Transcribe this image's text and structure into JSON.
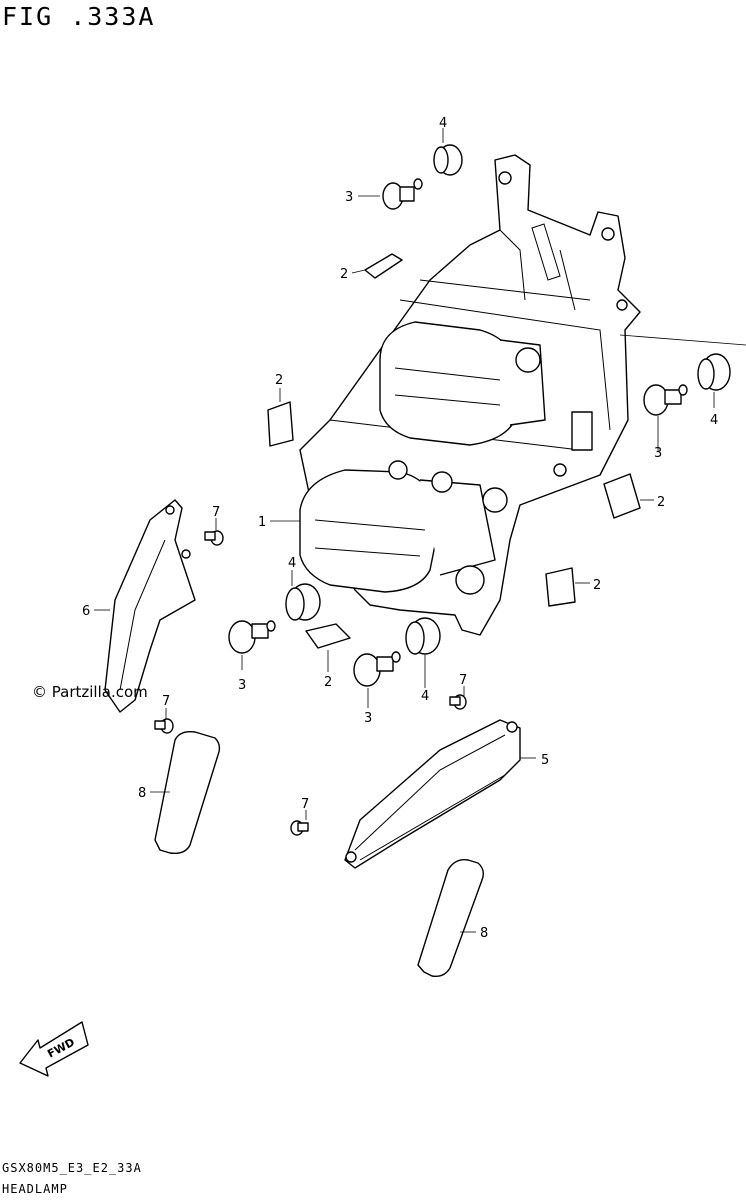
{
  "figure": {
    "title": "FIG .333A"
  },
  "watermark": "© Partzilla.com",
  "fwd_label": "FWD",
  "footer": {
    "code": "GSX80M5_E3_E2_33A",
    "name": "HEADLAMP"
  },
  "callouts": [
    {
      "id": "c1",
      "label": "1"
    },
    {
      "id": "c2a",
      "label": "2"
    },
    {
      "id": "c2b",
      "label": "2"
    },
    {
      "id": "c2c",
      "label": "2"
    },
    {
      "id": "c2d",
      "label": "2"
    },
    {
      "id": "c2e",
      "label": "2"
    },
    {
      "id": "c3a",
      "label": "3"
    },
    {
      "id": "c3b",
      "label": "3"
    },
    {
      "id": "c3c",
      "label": "3"
    },
    {
      "id": "c3d",
      "label": "3"
    },
    {
      "id": "c4a",
      "label": "4"
    },
    {
      "id": "c4b",
      "label": "4"
    },
    {
      "id": "c4c",
      "label": "4"
    },
    {
      "id": "c4d",
      "label": "4"
    },
    {
      "id": "c5",
      "label": "5"
    },
    {
      "id": "c6",
      "label": "6"
    },
    {
      "id": "c7a",
      "label": "7"
    },
    {
      "id": "c7b",
      "label": "7"
    },
    {
      "id": "c7c",
      "label": "7"
    },
    {
      "id": "c7d",
      "label": "7"
    },
    {
      "id": "c8a",
      "label": "8"
    },
    {
      "id": "c8b",
      "label": "8"
    }
  ]
}
